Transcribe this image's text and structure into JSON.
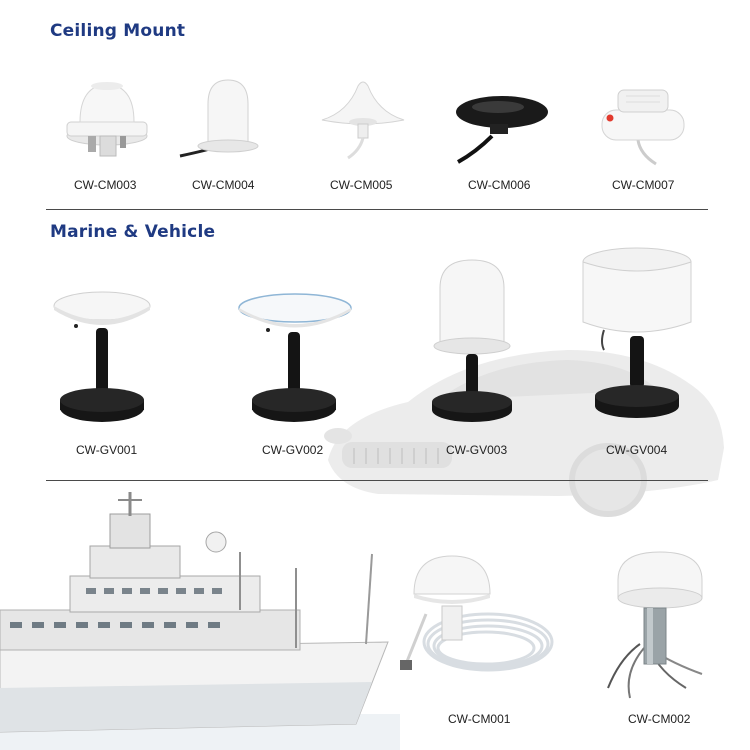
{
  "sections": {
    "ceiling": "Ceiling Mount",
    "marine": "Marine & Vehicle"
  },
  "ceiling_products": [
    {
      "label": "CW-CM003"
    },
    {
      "label": "CW-CM004"
    },
    {
      "label": "CW-CM005"
    },
    {
      "label": "CW-CM006"
    },
    {
      "label": "CW-CM007"
    }
  ],
  "vehicle_products": [
    {
      "label": "CW-GV001"
    },
    {
      "label": "CW-GV002"
    },
    {
      "label": "CW-GV003"
    },
    {
      "label": "CW-GV004"
    }
  ],
  "marine_products": [
    {
      "label": "CW-CM001"
    },
    {
      "label": "CW-CM002"
    }
  ],
  "colors": {
    "heading": "#1f3a82",
    "antenna_white": "#f4f4f4",
    "base_black": "#111111"
  }
}
